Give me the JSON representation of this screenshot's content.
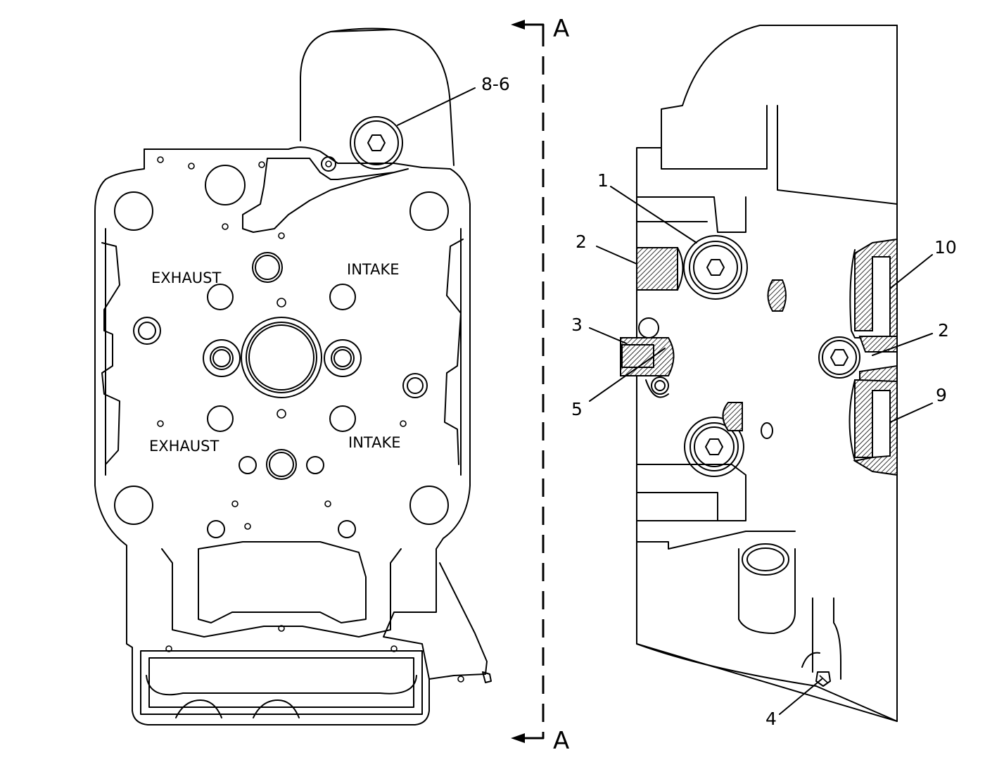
{
  "left_view": {
    "labels": {
      "exhaust_top": "EXHAUST",
      "intake_top": "INTAKE",
      "exhaust_bottom": "EXHAUST",
      "intake_bottom": "INTAKE"
    },
    "callout": "8-6"
  },
  "section_marker": {
    "top": "A",
    "bottom": "A"
  },
  "right_view": {
    "callouts": {
      "c1": "1",
      "c2_left": "2",
      "c3": "3",
      "c5": "5",
      "c10": "10",
      "c2_right": "2",
      "c9": "9",
      "c4": "4"
    }
  },
  "colors": {
    "line": "#000000",
    "background": "#ffffff"
  }
}
